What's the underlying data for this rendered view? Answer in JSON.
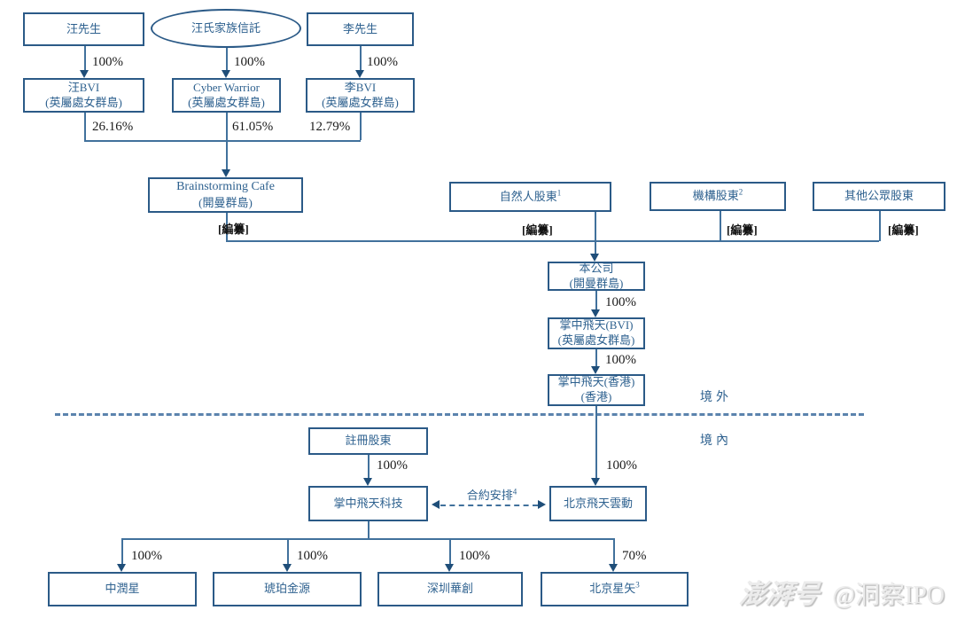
{
  "diagram": {
    "nodes": {
      "mr_wang": {
        "label": "汪先生"
      },
      "wang_family_trust": {
        "label": "汪氏家族信託"
      },
      "mr_li": {
        "label": "李先生"
      },
      "wang_bvi": {
        "line1": "汪BVI",
        "line2": "(英屬處女群島)"
      },
      "cyber_warrior": {
        "line1": "Cyber Warrior",
        "line2": "(英屬處女群島)"
      },
      "li_bvi": {
        "line1": "李BVI",
        "line2": "(英屬處女群島)"
      },
      "brainstorming_cafe": {
        "line1": "Brainstorming Cafe",
        "line2": "(開曼群島)"
      },
      "natural_person_shareholders": {
        "label": "自然人股東",
        "sup": "1"
      },
      "institutional_shareholders": {
        "label": "機構股東",
        "sup": "2"
      },
      "other_public_shareholders": {
        "label": "其他公眾股東"
      },
      "the_company": {
        "line1": "本公司",
        "line2": "(開曼群島)"
      },
      "palmwin_bvi": {
        "line1": "掌中飛天(BVI)",
        "line2": "(英屬處女群島)"
      },
      "palmwin_hk": {
        "line1": "掌中飛天(香港)",
        "line2": "(香港)"
      },
      "registered_shareholders": {
        "label": "註冊股東"
      },
      "palmwin_technology": {
        "label": "掌中飛天科技"
      },
      "beijing_feitian_yundong": {
        "label": "北京飛天雲動"
      },
      "zhong_run_xing": {
        "label": "中潤星"
      },
      "hu_po_jin_yuan": {
        "label": "琥珀金源"
      },
      "shenzhen_hua_chuang": {
        "label": "深圳華創"
      },
      "beijing_xing_shi": {
        "label": "北京星矢",
        "sup": "3"
      }
    },
    "percents": {
      "wang_to_wang_bvi": "100%",
      "trust_to_cyber_warrior": "100%",
      "li_to_li_bvi": "100%",
      "wang_bvi_to_cafe": "26.16%",
      "cyber_warrior_to_cafe": "61.05%",
      "li_bvi_to_cafe": "12.79%",
      "company_to_palmwin_bvi": "100%",
      "palmwin_bvi_to_hk": "100%",
      "palmwin_hk_to_wfoe": "100%",
      "registered_to_tech": "100%",
      "tech_to_zhong_run_xing": "100%",
      "tech_to_hu_po_jin_yuan": "100%",
      "tech_to_shenzhen_hua_chuang": "100%",
      "tech_to_beijing_xing_shi": "70%"
    },
    "labels": {
      "redacted": "[編纂]",
      "offshore": "境外",
      "onshore": "境內",
      "contractual_arrangements": "合約安排",
      "contractual_sup": "4"
    },
    "watermark": {
      "brand": "澎湃号",
      "account": "@洞察IPO"
    },
    "colors": {
      "box_border": "#2b5a87",
      "box_text": "#2e618f",
      "connector_line": "#41719c",
      "arrowhead": "#1f4e79",
      "percent_text": "#1b1b1b",
      "redacted_text": "#111111",
      "separator": "#5b83ad",
      "watermark": "#ececec"
    }
  }
}
